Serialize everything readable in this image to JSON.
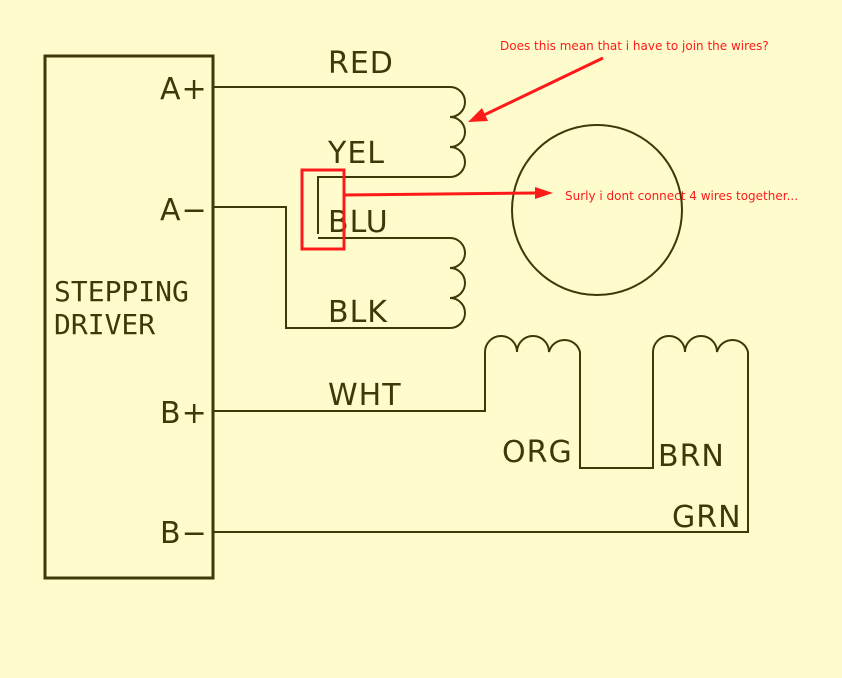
{
  "driver": {
    "title_line1": "STEPPING",
    "title_line2": "DRIVER",
    "terminals": {
      "a_plus": "A+",
      "a_minus": "A−",
      "b_plus": "B+",
      "b_minus": "B−"
    }
  },
  "wires": {
    "red": "RED",
    "yel": "YEL",
    "blu": "BLU",
    "blk": "BLK",
    "wht": "WHT",
    "org": "ORG",
    "brn": "BRN",
    "grn": "GRN"
  },
  "annotations": {
    "question_1": "Does this mean that i have to join the wires?",
    "question_2": "Surly i dont connect 4 wires together..."
  },
  "colors": {
    "background": "#fefccc",
    "line": "#3d3a0a",
    "annotation": "#ff1a1a"
  }
}
